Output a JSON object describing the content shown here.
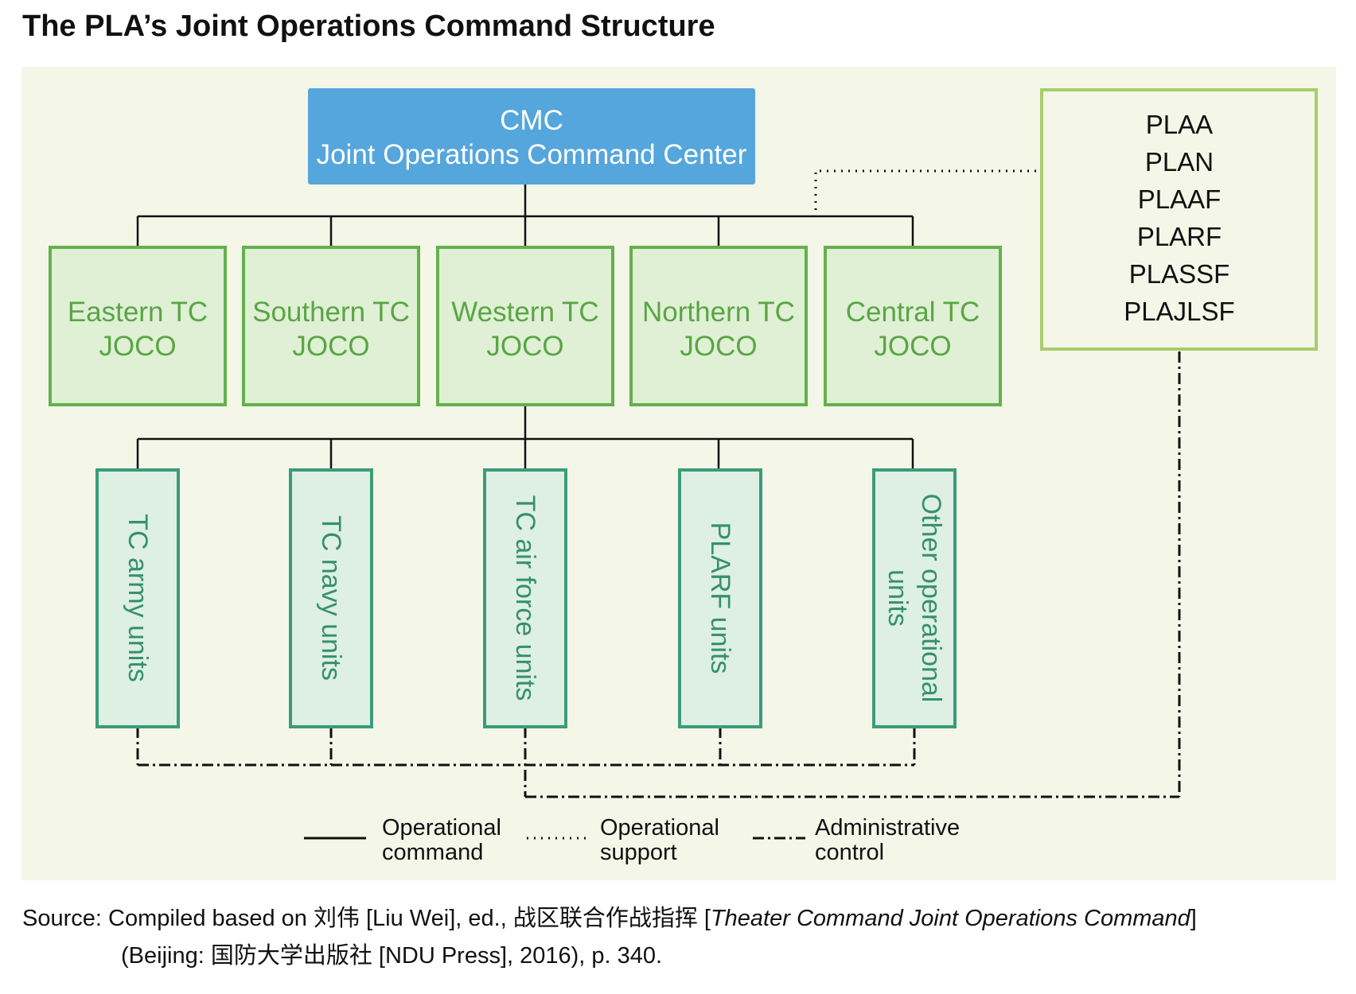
{
  "title": "The PLA’s Joint Operations Command Structure",
  "cmc": {
    "line1": "CMC",
    "line2": "Joint Operations Command Center"
  },
  "services": [
    "PLAA",
    "PLAN",
    "PLAAF",
    "PLARF",
    "PLASSF",
    "PLAJLSF"
  ],
  "theaters": [
    {
      "name": "Eastern TC",
      "sub": "JOCO"
    },
    {
      "name": "Southern TC",
      "sub": "JOCO"
    },
    {
      "name": "Western TC",
      "sub": "JOCO"
    },
    {
      "name": "Northern TC",
      "sub": "JOCO"
    },
    {
      "name": "Central TC",
      "sub": "JOCO"
    }
  ],
  "units": [
    {
      "lines": [
        "TC army units"
      ]
    },
    {
      "lines": [
        "TC navy units"
      ]
    },
    {
      "lines": [
        "TC air force units"
      ]
    },
    {
      "lines": [
        "PLARF units"
      ]
    },
    {
      "lines": [
        "Other operational",
        "units"
      ]
    }
  ],
  "legend": {
    "operational_command": [
      "Operational",
      "command"
    ],
    "operational_support": [
      "Operational",
      "support"
    ],
    "administrative_control": [
      "Administrative",
      "control"
    ]
  },
  "source": {
    "prefix": "Source: Compiled based on 刘伟 [Liu Wei], ed., 战区联合作战指挥 [",
    "italic": "Theater Command Joint Operations Command",
    "suffix": "]",
    "line2": "(Beijing: 国防大学出版社 [NDU Press], 2016), p. 340."
  },
  "colors": {
    "panel_bg": "#f4f6e8",
    "cmc_fill": "#55a6dc",
    "theater_fill": "#dff0d5",
    "theater_border": "#63b14d",
    "theater_text": "#5aa545",
    "unit_fill": "#deefe3",
    "unit_border": "#3a9c7a",
    "unit_text": "#35906f",
    "service_border": "#a7cd6a"
  }
}
